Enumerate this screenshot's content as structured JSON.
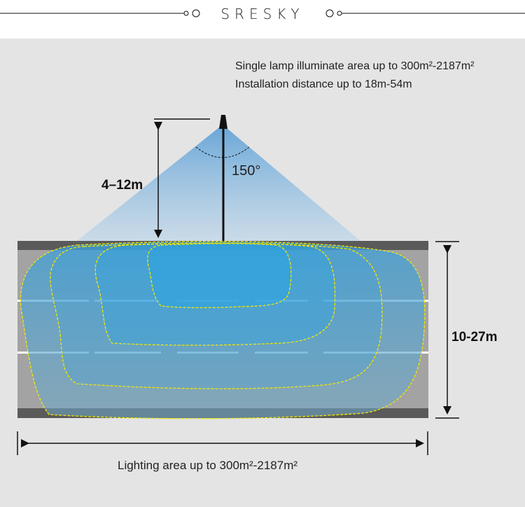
{
  "brand": "SRESKY",
  "info": {
    "line1": "Single lamp illuminate area up to 300m²-2187m²",
    "line2": "Installation distance up to 18m-54m"
  },
  "dimensions": {
    "height": "4–12m",
    "angle": "150°",
    "width": "10-27m",
    "length": "Lighting area up to 300m²-2187m²"
  },
  "colors": {
    "light": "#2fa3e0",
    "contour": "#f2e800",
    "road": "#a3a3a3",
    "curb": "#5a5a5a"
  }
}
